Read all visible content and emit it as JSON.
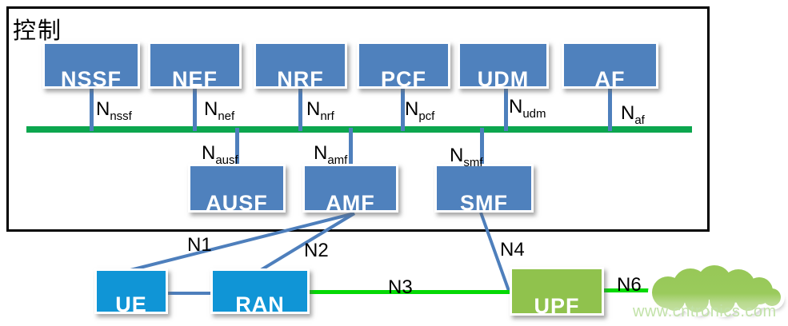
{
  "frame_label": "控制",
  "watermark": "www.cntronics.com",
  "bus_nfs": [
    {
      "name": "NSSF",
      "iface_prefix": "N",
      "iface_sub": "nssf"
    },
    {
      "name": "NEF",
      "iface_prefix": "N",
      "iface_sub": "nef"
    },
    {
      "name": "NRF",
      "iface_prefix": "N",
      "iface_sub": "nrf"
    },
    {
      "name": "PCF",
      "iface_prefix": "N",
      "iface_sub": "pcf"
    },
    {
      "name": "UDM",
      "iface_prefix": "N",
      "iface_sub": "udm"
    },
    {
      "name": "AF",
      "iface_prefix": "N",
      "iface_sub": "af"
    }
  ],
  "service_nfs": [
    {
      "name": "AUSF",
      "iface_prefix": "N",
      "iface_sub": "ausf"
    },
    {
      "name": "AMF",
      "iface_prefix": "N",
      "iface_sub": "amf"
    },
    {
      "name": "SMF",
      "iface_prefix": "N",
      "iface_sub": "smf"
    }
  ],
  "user_plane": {
    "nodes": [
      {
        "name": "UE"
      },
      {
        "name": "RAN"
      },
      {
        "name": "UPF"
      }
    ],
    "links": {
      "n1": "N1",
      "n2": "N2",
      "n3": "N3",
      "n4": "N4",
      "n6": "N6"
    }
  },
  "colors": {
    "nf-blue": "#4F81BD",
    "node-blue": "#1095D6",
    "upf-green": "#90C24D",
    "bus-green": "#0CA64E",
    "link-green": "#04D904",
    "connector-blue": "#4E7FBC",
    "watermark-green": "#C2E2A9"
  }
}
